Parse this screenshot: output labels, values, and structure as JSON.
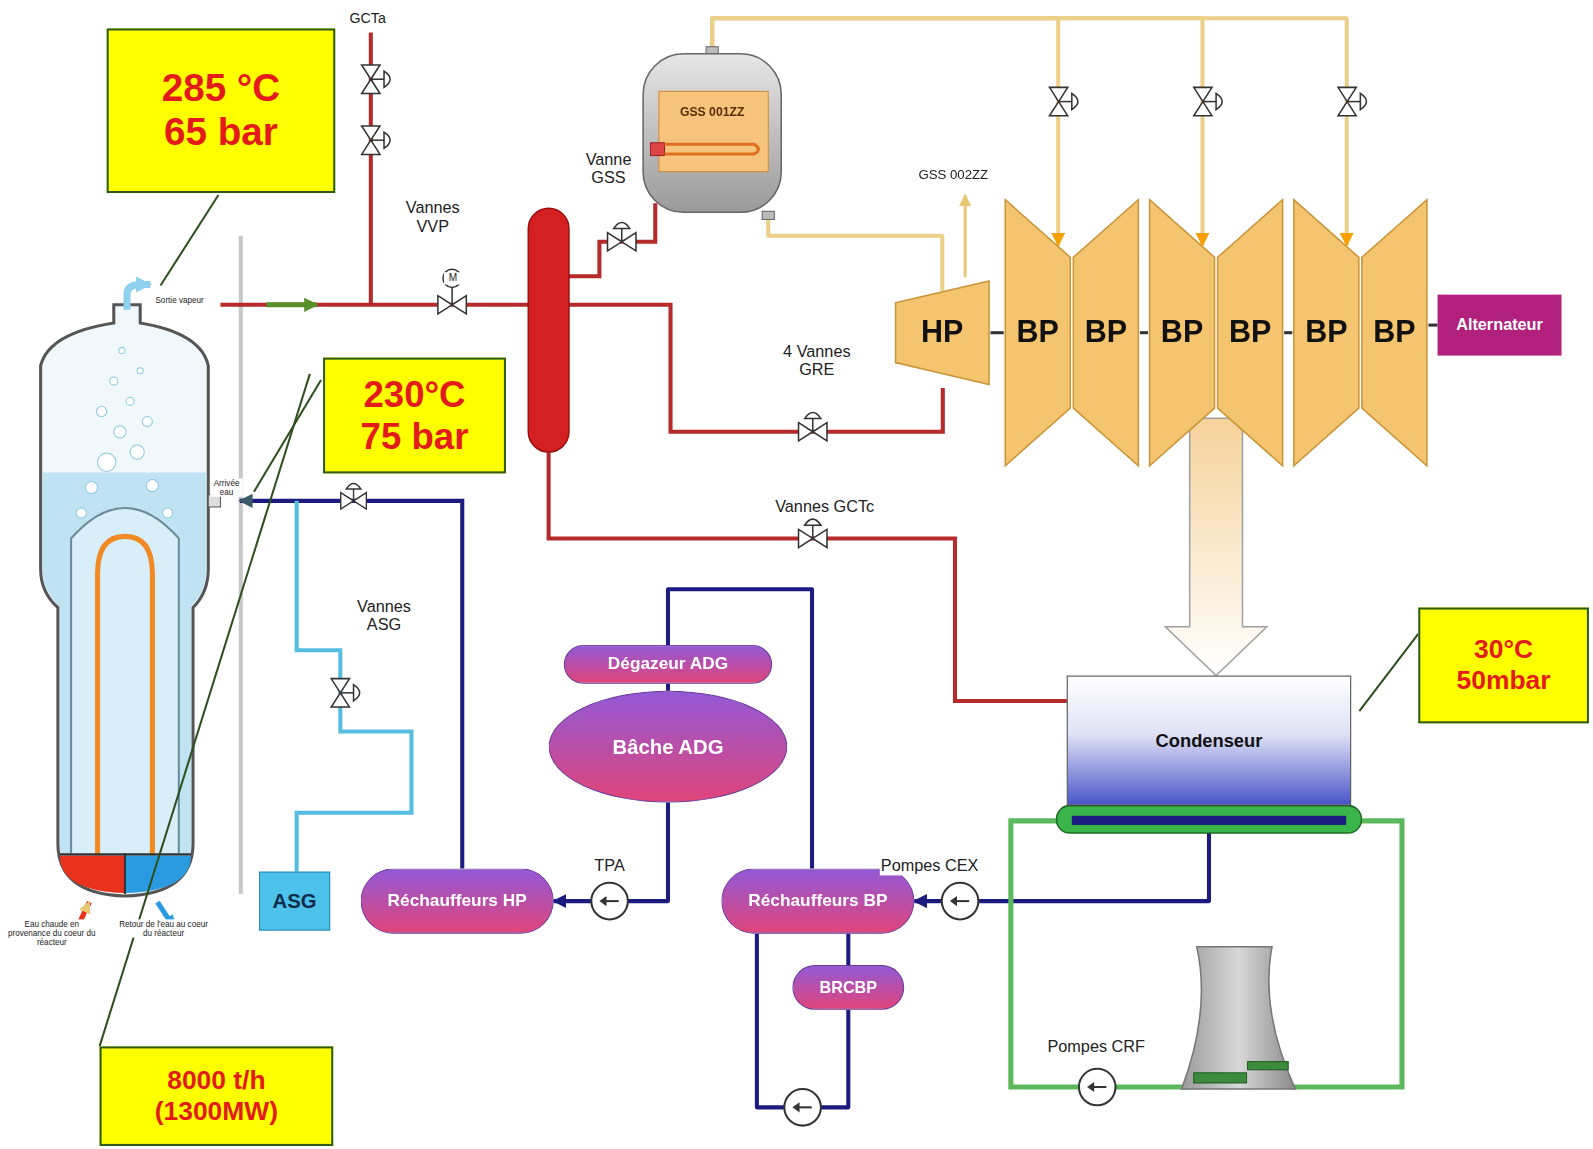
{
  "diagram": {
    "nodes": [
      {
        "text": [
          "285 °C",
          "65 bar"
        ]
      },
      {
        "text": [
          "GSS 001ZZ"
        ]
      },
      {
        "text": [
          "HP"
        ]
      },
      {
        "text": [
          "BP"
        ]
      },
      {
        "text": [
          "BP"
        ]
      },
      {
        "text": [
          "BP"
        ]
      },
      {
        "text": [
          "BP"
        ]
      },
      {
        "text": [
          "BP"
        ]
      },
      {
        "text": [
          "BP"
        ]
      },
      {
        "text": [
          "Alternateur"
        ]
      },
      {
        "text": [
          "230°C",
          "75 bar"
        ]
      },
      {
        "text": [
          "30°C",
          "50mbar"
        ]
      },
      {
        "text": [
          "Dégazeur ADG"
        ]
      },
      {
        "text": [
          "Bâche ADG"
        ]
      },
      {
        "text": [
          "Condenseur"
        ]
      },
      {
        "text": [
          "ASG"
        ]
      },
      {
        "text": [
          "Réchauffeurs HP"
        ]
      },
      {
        "text": [
          "Réchauffeurs BP"
        ]
      },
      {
        "text": [
          "BRCBP"
        ]
      },
      {
        "text": [
          "8000 t/h",
          "(1300MW)"
        ]
      }
    ],
    "edges": [
      {
        "from": 1,
        "to": 2,
        "arrow": "none"
      },
      {
        "from": 1,
        "to": 3,
        "arrow": "to"
      },
      {
        "from": 1,
        "to": 5,
        "arrow": "to"
      },
      {
        "from": 1,
        "to": 7,
        "arrow": "to"
      },
      {
        "from": 2,
        "to": 3,
        "arrow": "none"
      },
      {
        "from": 4,
        "to": 5,
        "arrow": "none"
      },
      {
        "from": 6,
        "to": 7,
        "arrow": "none"
      },
      {
        "from": 8,
        "to": 9,
        "arrow": "none"
      },
      {
        "from": 5,
        "to": 14,
        "arrow": "to"
      },
      {
        "from": 14,
        "to": 17,
        "arrow": "to"
      },
      {
        "from": 17,
        "to": 12,
        "arrow": "none"
      },
      {
        "from": 12,
        "to": 13,
        "arrow": "none"
      },
      {
        "from": 13,
        "to": 16,
        "arrow": "to"
      },
      {
        "from": 17,
        "to": 18,
        "arrow": "none"
      },
      {
        "from": 18,
        "to": 17,
        "arrow": "none"
      }
    ],
    "labels": [
      "GCTa",
      "M",
      "Vannes VVP",
      "Vanne GSS",
      "GSS 002ZZ",
      "4 Vannes GRE",
      "Vannes GCTc",
      "Sortie vapeur",
      "Arrivée eau",
      "Vannes ASG",
      "Eau chaude en provenance du coeur du réacteur",
      "Retour de l'eau au coeur du réacteur",
      "TPA",
      "Pompes CEX",
      "Pompes CRF"
    ]
  }
}
